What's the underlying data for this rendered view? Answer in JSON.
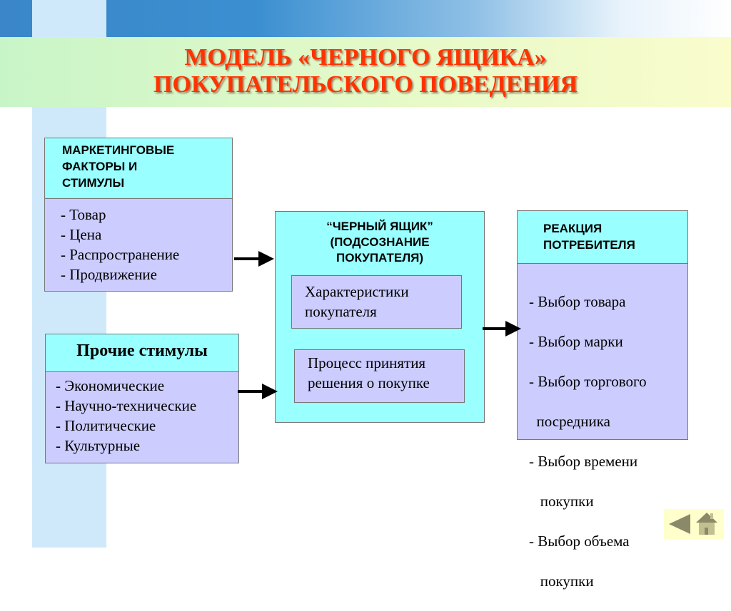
{
  "title": {
    "line1": "МОДЕЛЬ «ЧЕРНОГО ЯЩИКА»",
    "line2": "ПОКУПАТЕЛЬСКОГО ПОВЕДЕНИЯ"
  },
  "marketing": {
    "header": [
      "МАРКЕТИНГОВЫЕ",
      "ФАКТОРЫ И",
      "СТИМУЛЫ"
    ],
    "items": [
      "- Товар",
      "- Цена",
      "- Распространение",
      "- Продвижение"
    ]
  },
  "other": {
    "header": "Прочие стимулы",
    "items": [
      "- Экономические",
      "- Научно-технические",
      "- Политические",
      "- Культурные"
    ]
  },
  "blackbox": {
    "header": [
      "“ЧЕРНЫЙ ЯЩИК”",
      "(ПОДСОЗНАНИЕ",
      "ПОКУПАТЕЛЯ)"
    ],
    "box1": [
      "Характеристики",
      "покупателя"
    ],
    "box2": [
      "Процесс принятия",
      "решения о покупке"
    ]
  },
  "reaction": {
    "header": [
      "РЕАКЦИЯ",
      "ПОТРЕБИТЕЛЯ"
    ],
    "items": [
      "- Выбор товара",
      "- Выбор марки",
      "- Выбор торгового",
      "  посредника",
      "- Выбор времени",
      "   покупки",
      "- Выбор объема",
      "   покупки"
    ]
  },
  "nav": {
    "back": "back-icon",
    "home": "home-icon"
  }
}
